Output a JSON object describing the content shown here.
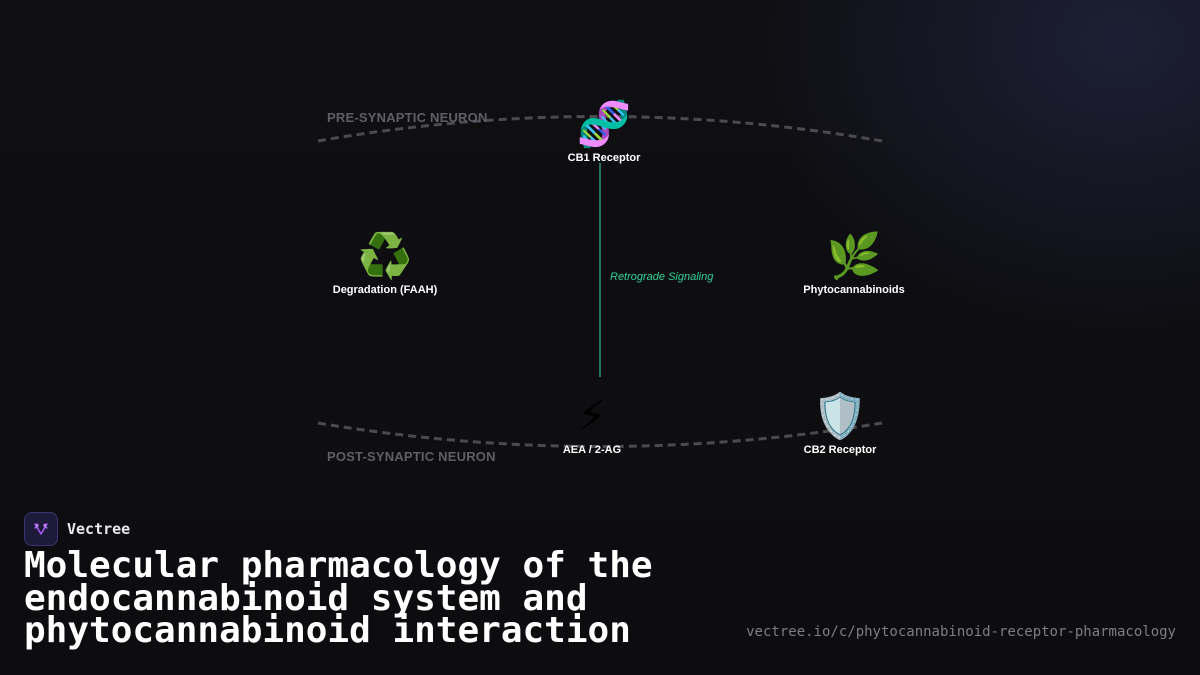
{
  "diagram": {
    "pre_synaptic_label": "PRE-SYNAPTIC NEURON",
    "post_synaptic_label": "POST-SYNAPTIC NEURON",
    "signal_label": "Retrograde Signaling",
    "nodes": {
      "cb1": {
        "icon": "🧬",
        "icon_name": "dna-icon",
        "label": "CB1 Receptor"
      },
      "faah": {
        "icon": "♻️",
        "icon_name": "recycle-icon",
        "label": "Degradation (FAAH)"
      },
      "phyto": {
        "icon": "🌿",
        "icon_name": "herb-icon",
        "label": "Phytocannabinoids"
      },
      "aea": {
        "icon": "⚡",
        "icon_name": "lightning-icon",
        "label": "AEA / 2-AG"
      },
      "cb2": {
        "icon": "🛡️",
        "icon_name": "shield-icon",
        "label": "CB2 Receptor"
      }
    },
    "colors": {
      "membrane": "#4a4a50",
      "signal": "#34d399",
      "region_label": "#5e5e66"
    }
  },
  "brand": {
    "name": "Vectree",
    "logo_icon": "vectree-logo-icon",
    "accent": "#a855f7"
  },
  "headline": "Molecular pharmacology of the endocannabinoid system and phytocannabinoid interaction",
  "url": "vectree.io/c/phytocannabinoid-receptor-pharmacology"
}
